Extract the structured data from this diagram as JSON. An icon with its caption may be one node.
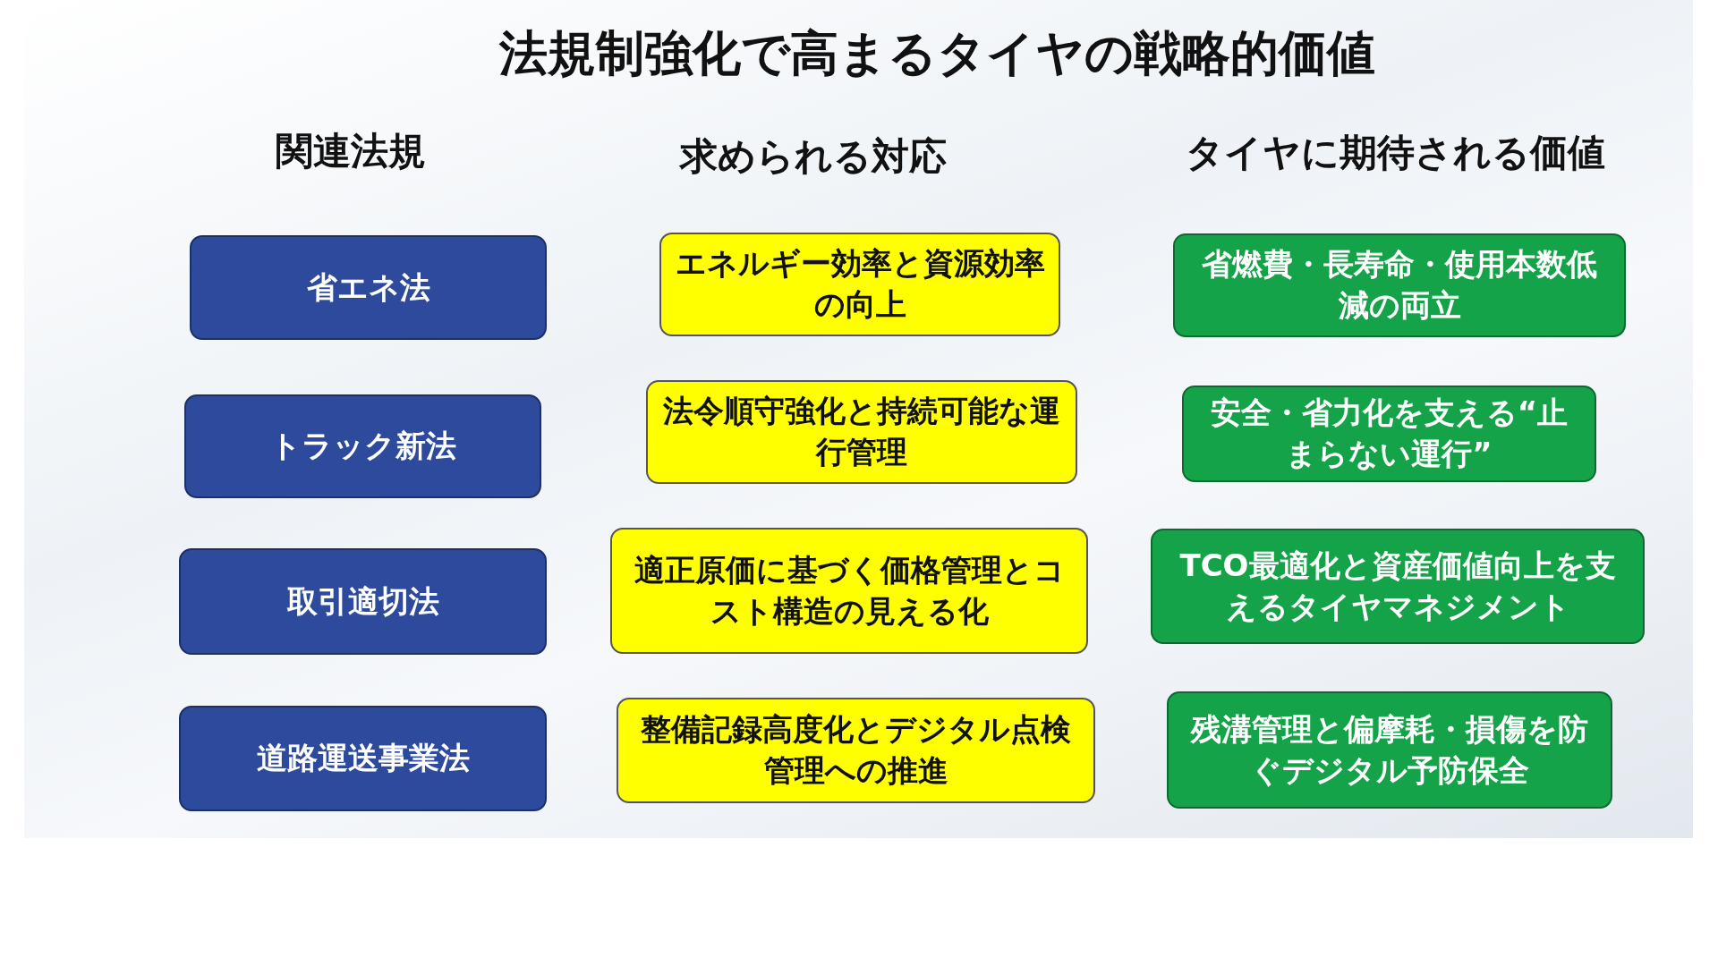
{
  "diagram": {
    "title": "法規制強化で高まるタイヤの戦略的価値",
    "nodes": [
      {
        "text": [
          "省エネ法"
        ]
      },
      {
        "text": [
          "エネルギー効率と資源効率の向上"
        ]
      },
      {
        "text": [
          "省燃費・長寿命・使用本数低減の両立"
        ]
      },
      {
        "text": [
          "トラック新法"
        ]
      },
      {
        "text": [
          "法令順守強化と持続可能な運行管理"
        ]
      },
      {
        "text": [
          "安全・省力化を支える“止まらない運行”"
        ]
      },
      {
        "text": [
          "取引適切法"
        ]
      },
      {
        "text": [
          "適正原価に基づく価格管理とコスト構造の見える化"
        ]
      },
      {
        "text": [
          "TCO最適化と資産価値向上を支えるタイヤマネジメント"
        ]
      },
      {
        "text": [
          "道路運送事業法"
        ]
      },
      {
        "text": [
          "整備記録高度化とデジタル点検管理への推進"
        ]
      },
      {
        "text": [
          "残溝管理と偏摩耗・損傷を防ぐデジタル予防保全"
        ]
      }
    ],
    "labels": [
      "関連法規",
      "求められる対応",
      "タイヤに期待される価値"
    ]
  }
}
